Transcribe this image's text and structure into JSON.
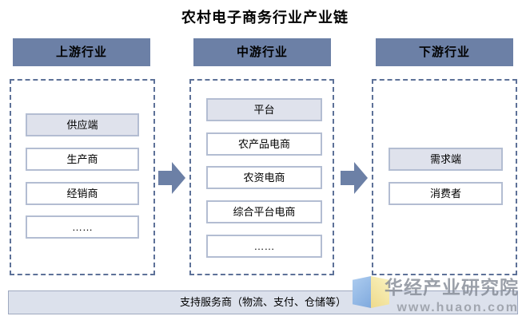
{
  "title": "农村电子商务行业产业链",
  "columns": [
    {
      "header": "上游行业",
      "items": [
        {
          "label": "供应端",
          "highlight": true
        },
        {
          "label": "生产商",
          "highlight": false
        },
        {
          "label": "经销商",
          "highlight": false
        },
        {
          "label": "……",
          "highlight": false
        }
      ]
    },
    {
      "header": "中游行业",
      "items": [
        {
          "label": "平台",
          "highlight": true
        },
        {
          "label": "农产品电商",
          "highlight": false
        },
        {
          "label": "农资电商",
          "highlight": false
        },
        {
          "label": "综合平台电商",
          "highlight": false
        },
        {
          "label": "……",
          "highlight": false
        }
      ]
    },
    {
      "header": "下游行业",
      "items": [
        {
          "label": "需求端",
          "highlight": true
        },
        {
          "label": "消费者",
          "highlight": false
        }
      ]
    }
  ],
  "support_bar": {
    "label": "支持服务商（物流、支付、仓储等）"
  },
  "watermark": {
    "name": "华经产业研究院",
    "url": "www.huaon.com"
  },
  "colors": {
    "header_fill": "#6c80a6",
    "dashed_border": "#5d7198",
    "item_border": "#b3bdd2",
    "highlight_fill": "#dfe2ec",
    "support_bar_fill": "#dce1ec",
    "arrow": "#6c80a6",
    "logo_blue": "#7fa9dd",
    "logo_yellow": "#eeda8c"
  }
}
